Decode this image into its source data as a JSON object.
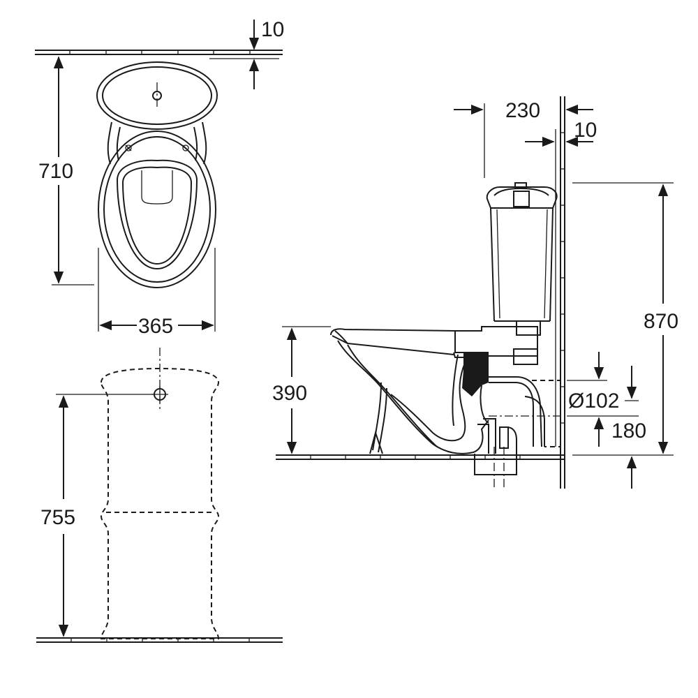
{
  "dimensions": {
    "top_view_wall_gap": "10",
    "top_view_depth": "710",
    "top_view_width": "365",
    "rear_view_height": "755",
    "side_view_cistern_depth": "230",
    "side_view_wall_gap": "10",
    "side_view_total_height": "870",
    "side_view_bowl_height": "390",
    "side_view_outlet_diameter": "Ø102",
    "side_view_outlet_height": "180"
  },
  "colors": {
    "line": "#1a1a1a",
    "background": "#ffffff"
  }
}
